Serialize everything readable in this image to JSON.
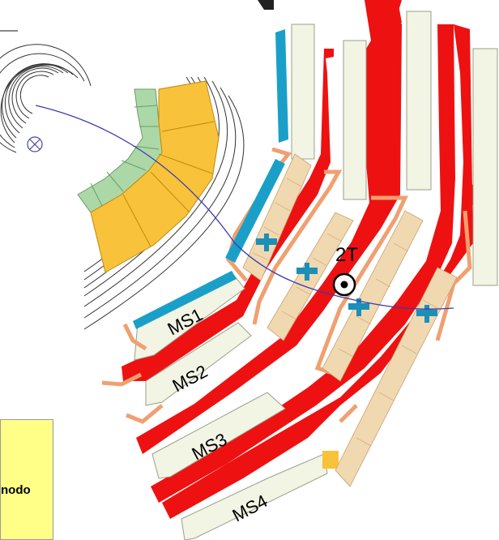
{
  "labels": {
    "field": "2T",
    "stations": [
      "MS1",
      "MS2",
      "MS3",
      "MS4"
    ]
  },
  "note": {
    "text": "nodo"
  },
  "colors": {
    "iron": "#ee1111",
    "chamber": "#f2f4e4",
    "chamber_border": "#9aa08a",
    "rpc": "#1aa0c8",
    "calorimeter_em": "#acd8a8",
    "calorimeter_had": "#f8c23a",
    "track": "#3a3ab0",
    "honeycomb": "#f0d8b0",
    "salmon": "#f0a070",
    "note_bg": "#ffff88"
  },
  "icons": [
    "field-out-of-page-icon",
    "field-into-page-icon",
    "tracker-rings-icon"
  ]
}
